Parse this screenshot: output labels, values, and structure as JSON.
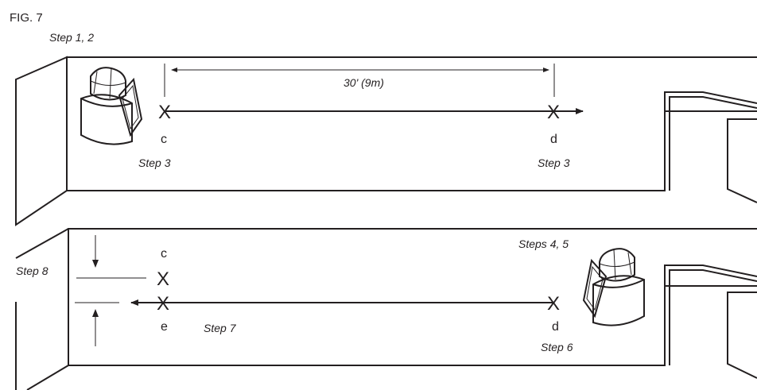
{
  "figure": {
    "title": "FIG. 7",
    "panel_top": {
      "step_label": "Step 1, 2",
      "distance_label": "30' (9m)",
      "marker_c": "c",
      "marker_d": "d",
      "marker_c_step": "Step 3",
      "marker_d_step": "Step 3",
      "x_symbol": "X"
    },
    "panel_bottom": {
      "steps_label": "Steps 4, 5",
      "step8_label": "Step 8",
      "step7_label": "Step 7",
      "step6_label": "Step 6",
      "marker_c": "c",
      "marker_e": "e",
      "marker_d": "d",
      "x_symbol": "X"
    }
  }
}
